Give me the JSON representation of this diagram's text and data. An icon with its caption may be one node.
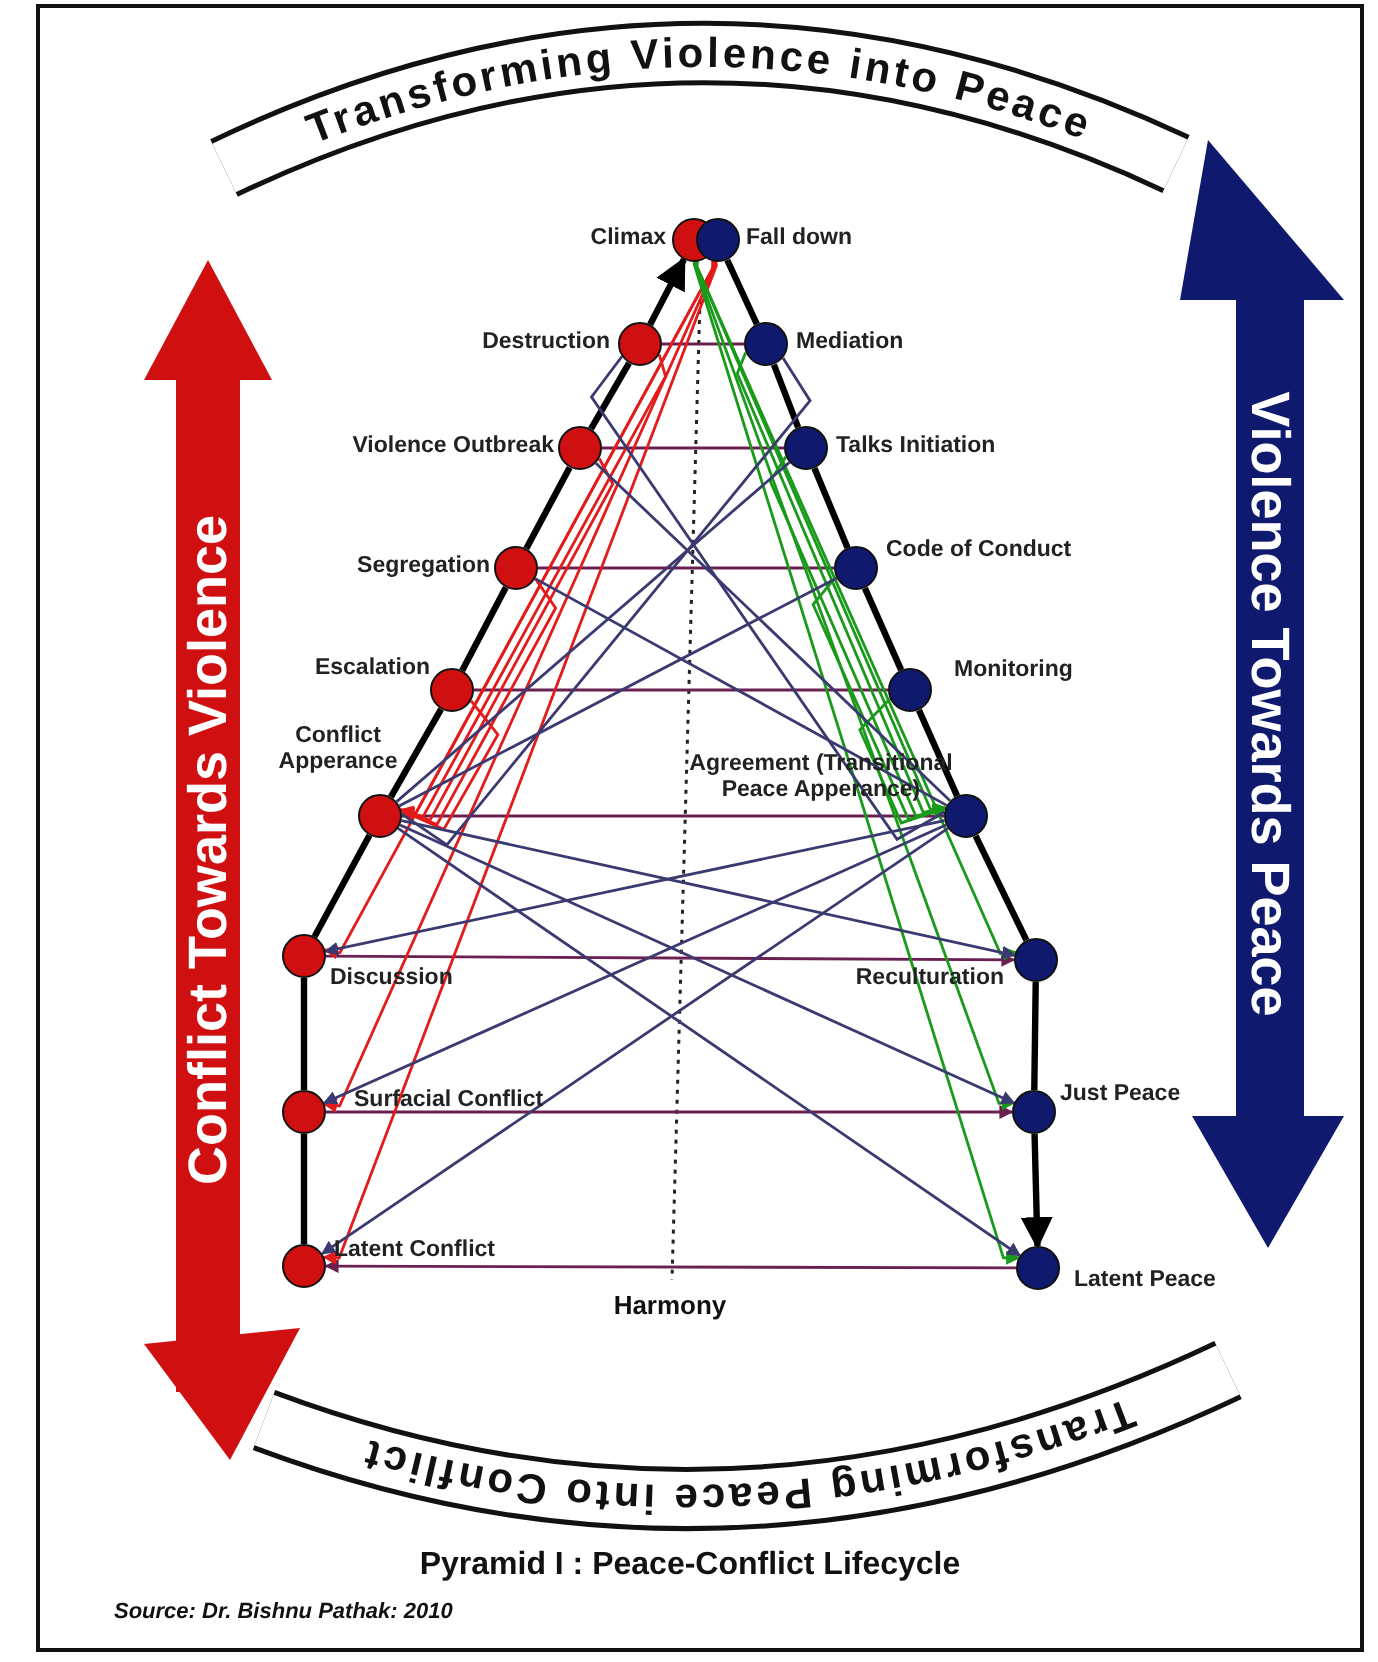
{
  "diagram": {
    "caption": "Pyramid I : Peace-Conflict Lifecycle",
    "nodes": [
      {
        "text": [
          "Transforming Violence into Peace"
        ]
      },
      {
        "text": [
          "Conflict Towards Violence"
        ]
      },
      {
        "text": [
          "Violence Towards Peace"
        ]
      },
      {
        "text": [
          "Climax"
        ]
      },
      {
        "text": [
          "Fall down"
        ]
      },
      {
        "text": [
          "Destruction"
        ]
      },
      {
        "text": [
          "Mediation"
        ]
      },
      {
        "text": [
          "Violence Outbreak"
        ]
      },
      {
        "text": [
          "Talks Initiation"
        ]
      },
      {
        "text": [
          "Segregation"
        ]
      },
      {
        "text": [
          "Code of Conduct"
        ]
      },
      {
        "text": [
          "Escalation"
        ]
      },
      {
        "text": [
          "Monitoring"
        ]
      },
      {
        "text": [
          "Conflict Apperance"
        ]
      },
      {
        "text": [
          "Agreement (Transitional Peace Apperance)"
        ]
      },
      {
        "text": [
          "Discussion"
        ]
      },
      {
        "text": [
          "Reculturation"
        ]
      },
      {
        "text": [
          "Surfacial Conflict"
        ]
      },
      {
        "text": [
          "Just Peace"
        ]
      },
      {
        "text": [
          "Latent Conflict"
        ]
      },
      {
        "text": [
          "Latent Peace"
        ]
      },
      {
        "text": [
          "Transforming Peace into Conflict"
        ]
      }
    ],
    "edges": [
      {
        "from": 19,
        "to": 17,
        "arrow": "none",
        "style": "thick"
      },
      {
        "from": 17,
        "to": 15,
        "arrow": "none",
        "style": "thick"
      },
      {
        "from": 15,
        "to": 13,
        "arrow": "none",
        "style": "thick"
      },
      {
        "from": 13,
        "to": 11,
        "arrow": "none",
        "style": "thick"
      },
      {
        "from": 11,
        "to": 9,
        "arrow": "none",
        "style": "thick"
      },
      {
        "from": 9,
        "to": 7,
        "arrow": "none",
        "style": "thick"
      },
      {
        "from": 7,
        "to": 5,
        "arrow": "none",
        "style": "thick"
      },
      {
        "from": 5,
        "to": 3,
        "arrow": "to",
        "style": "thick"
      },
      {
        "from": 4,
        "to": 6,
        "arrow": "none",
        "style": "thick"
      },
      {
        "from": 6,
        "to": 8,
        "arrow": "none",
        "style": "thick"
      },
      {
        "from": 8,
        "to": 10,
        "arrow": "none",
        "style": "thick"
      },
      {
        "from": 10,
        "to": 12,
        "arrow": "none",
        "style": "thick"
      },
      {
        "from": 12,
        "to": 14,
        "arrow": "none",
        "style": "thick"
      },
      {
        "from": 14,
        "to": 16,
        "arrow": "none",
        "style": "thick"
      },
      {
        "from": 16,
        "to": 18,
        "arrow": "none",
        "style": "thick"
      },
      {
        "from": 18,
        "to": 20,
        "arrow": "to",
        "style": "thick"
      },
      {
        "from": 5,
        "to": 6,
        "arrow": "none",
        "color": "#6a2050"
      },
      {
        "from": 7,
        "to": 8,
        "arrow": "none",
        "color": "#6a2050"
      },
      {
        "from": 9,
        "to": 10,
        "arrow": "none",
        "color": "#6a2050"
      },
      {
        "from": 11,
        "to": 12,
        "arrow": "none",
        "color": "#6a2050"
      },
      {
        "from": 13,
        "to": 14,
        "arrow": "none",
        "color": "#6a2050"
      },
      {
        "from": 15,
        "to": 16,
        "arrow": "to",
        "color": "#6a2050"
      },
      {
        "from": 17,
        "to": 18,
        "arrow": "to",
        "color": "#6a2050"
      },
      {
        "from": 20,
        "to": 19,
        "arrow": "to",
        "color": "#6a2050"
      },
      {
        "from": 3,
        "to": 13,
        "arrow": "to",
        "color": "#e31b1b"
      },
      {
        "from": 5,
        "to": 13,
        "arrow": "to",
        "color": "#e31b1b"
      },
      {
        "from": 7,
        "to": 13,
        "arrow": "to",
        "color": "#e31b1b"
      },
      {
        "from": 9,
        "to": 13,
        "arrow": "to",
        "color": "#e31b1b"
      },
      {
        "from": 11,
        "to": 13,
        "arrow": "to",
        "color": "#e31b1b"
      },
      {
        "from": 3,
        "to": 15,
        "arrow": "to",
        "color": "#e31b1b"
      },
      {
        "from": 3,
        "to": 17,
        "arrow": "to",
        "color": "#e31b1b"
      },
      {
        "from": 3,
        "to": 19,
        "arrow": "to",
        "color": "#e31b1b"
      },
      {
        "from": 4,
        "to": 14,
        "arrow": "to",
        "color": "#1a9a1a"
      },
      {
        "from": 6,
        "to": 14,
        "arrow": "to",
        "color": "#1a9a1a"
      },
      {
        "from": 8,
        "to": 14,
        "arrow": "to",
        "color": "#1a9a1a"
      },
      {
        "from": 10,
        "to": 14,
        "arrow": "to",
        "color": "#1a9a1a"
      },
      {
        "from": 12,
        "to": 14,
        "arrow": "to",
        "color": "#1a9a1a"
      },
      {
        "from": 4,
        "to": 16,
        "arrow": "to",
        "color": "#1a9a1a"
      },
      {
        "from": 4,
        "to": 18,
        "arrow": "to",
        "color": "#1a9a1a"
      },
      {
        "from": 4,
        "to": 20,
        "arrow": "to",
        "color": "#1a9a1a"
      },
      {
        "from": 13,
        "to": 16,
        "arrow": "to",
        "color": "#3a3a70"
      },
      {
        "from": 13,
        "to": 18,
        "arrow": "to",
        "color": "#3a3a70"
      },
      {
        "from": 13,
        "to": 20,
        "arrow": "to",
        "color": "#3a3a70"
      },
      {
        "from": 14,
        "to": 15,
        "arrow": "to",
        "color": "#3a3a70"
      },
      {
        "from": 14,
        "to": 17,
        "arrow": "to",
        "color": "#3a3a70"
      },
      {
        "from": 14,
        "to": 19,
        "arrow": "to",
        "color": "#3a3a70"
      },
      {
        "from": 6,
        "to": 13,
        "arrow": "none",
        "color": "#3a3a70"
      },
      {
        "from": 8,
        "to": 13,
        "arrow": "none",
        "color": "#3a3a70"
      },
      {
        "from": 10,
        "to": 13,
        "arrow": "none",
        "color": "#3a3a70"
      },
      {
        "from": 5,
        "to": 14,
        "arrow": "none",
        "color": "#3a3a70"
      },
      {
        "from": 7,
        "to": 14,
        "arrow": "none",
        "color": "#3a3a70"
      },
      {
        "from": 9,
        "to": 14,
        "arrow": "none",
        "color": "#3a3a70"
      }
    ],
    "labels": [
      "Harmony",
      "Source: Dr. Bishnu Pathak: 2010"
    ]
  }
}
